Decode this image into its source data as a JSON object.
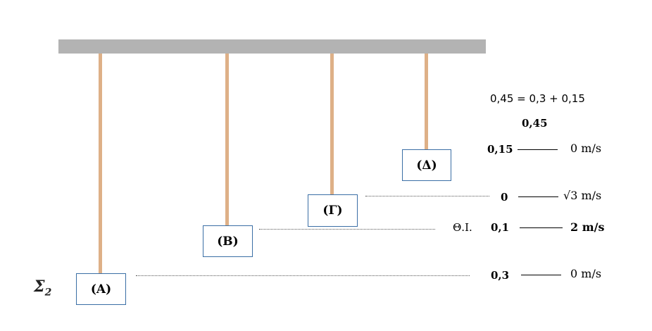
{
  "system_label": "Σ",
  "system_subscript": "2",
  "blocks": {
    "A": "(A)",
    "B": "(B)",
    "G": "(Γ)",
    "D": "(Δ)"
  },
  "equation": "0,45 = 0,3 + 0,15",
  "amplitude": "0,45",
  "equilibrium_label": "Θ.Ι.",
  "levels": [
    {
      "position": "0,15",
      "speed": "0 m/s"
    },
    {
      "position": "0",
      "speed": "√3 m/s"
    },
    {
      "position": "0,1",
      "speed": "2 m/s"
    },
    {
      "position": "0,3",
      "speed": "0 m/s"
    }
  ],
  "colors": {
    "ceiling": "#b3b3b3",
    "spring": "#deb087",
    "block_border": "#3a6ea5"
  }
}
